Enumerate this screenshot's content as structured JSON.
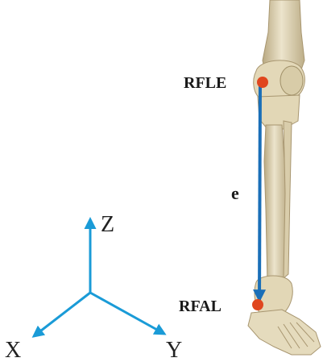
{
  "labels": {
    "landmark_top": "RFLE",
    "landmark_bottom": "RFAL",
    "vector": "e"
  },
  "axes": {
    "z": "Z",
    "x": "X",
    "y": "Y"
  },
  "colors": {
    "vector": "#1a6fb8",
    "axis": "#1a9bd7",
    "landmark": "#e0461e",
    "bone_fill": "#e9e0c6",
    "bone_shadow": "#c9bb97"
  }
}
